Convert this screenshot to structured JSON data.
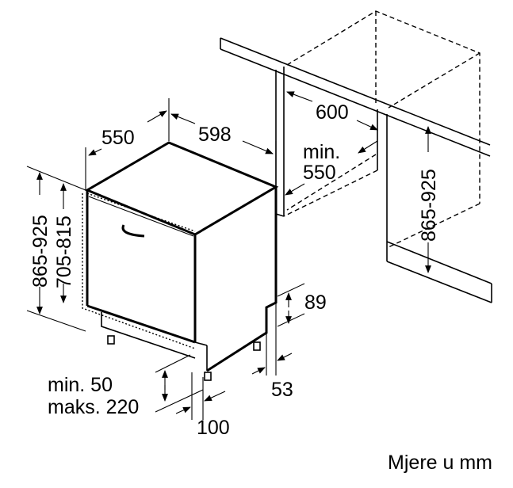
{
  "dimensions": {
    "depth_550": "550",
    "width_598": "598",
    "niche_width_600": "600",
    "min_niche_depth_line1": "min.",
    "min_niche_depth_line2": "550",
    "height_range_right": "865-925",
    "height_range_left": "865-925",
    "door_height_range": "705-815",
    "plinth_height_89": "89",
    "plinth_offset_53": "53",
    "plinth_gap_line1": "min. 50",
    "plinth_gap_line2": "maks. 220",
    "plinth_depth_100": "100"
  },
  "caption": "Mjere u mm"
}
